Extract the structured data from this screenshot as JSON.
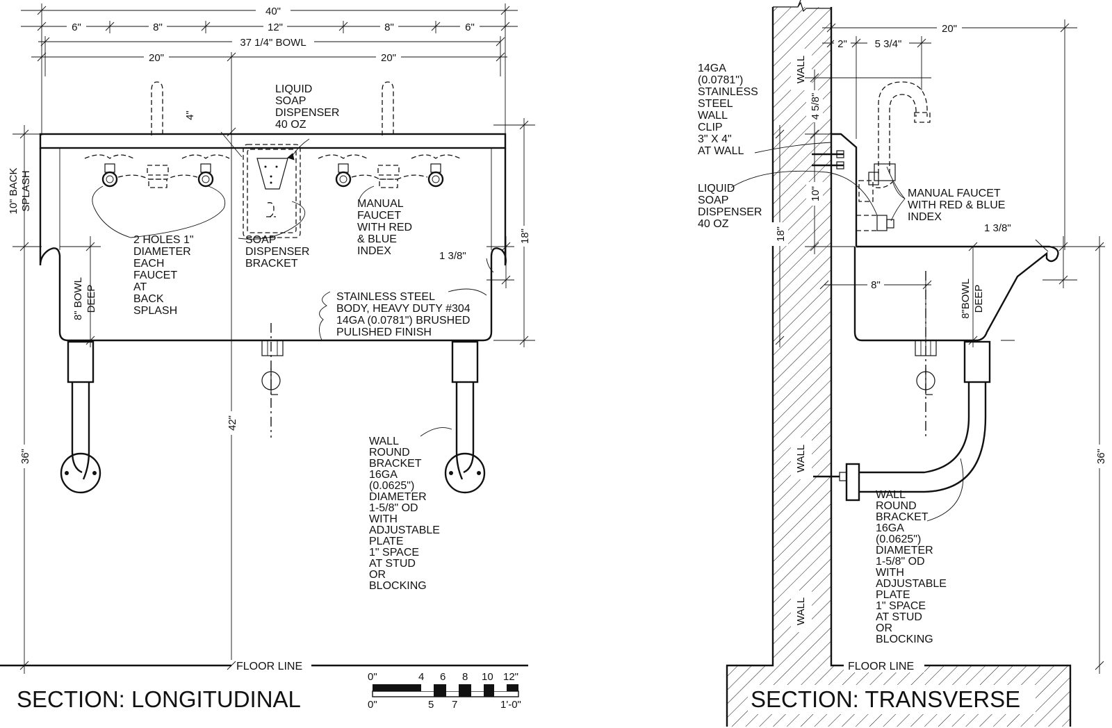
{
  "longitudinal": {
    "title": "SECTION: LONGITUDINAL",
    "dims": {
      "overall": "40\"",
      "seg_6_left": "6\"",
      "seg_8_left": "8\"",
      "seg_12": "12\"",
      "seg_8_right": "8\"",
      "seg_6_right": "6\"",
      "bowl": "37 1/4\" BOWL",
      "half_left": "20\"",
      "half_right": "20\"",
      "four": "4\"",
      "back_splash": [
        "10\" BACK",
        "SPLASH"
      ],
      "bowl_deep": [
        "8\" BOWL",
        "DEEP"
      ],
      "eighteen": "18\"",
      "rim": "1 3/8\"",
      "thirty_six": "36\"",
      "forty_two": "42\""
    },
    "notes": {
      "soap": [
        "LIQUID",
        "SOAP",
        "DISPENSER",
        "40 OZ"
      ],
      "holes": [
        "2 HOLES 1\"",
        "DIAMETER",
        "EACH",
        "FAUCET",
        "AT",
        "BACK",
        "SPLASH"
      ],
      "bracket": [
        "SOAP",
        "DISPENSER",
        "BRACKET"
      ],
      "faucet": [
        "MANUAL",
        "FAUCET",
        "WITH RED",
        "& BLUE",
        "INDEX"
      ],
      "body": [
        "STAINLESS STEEL",
        "BODY, HEAVY DUTY #304",
        "14GA (0.0781\") BRUSHED",
        "PULISHED FINISH"
      ],
      "wall_bracket": [
        "WALL",
        "ROUND",
        "BRACKET",
        "16GA",
        "(0.0625\")",
        "DIAMETER",
        "1-5/8\" OD",
        "WITH",
        "ADJUSTABLE",
        "PLATE",
        "1\" SPACE",
        "AT STUD",
        "OR",
        "BLOCKING"
      ],
      "floor": "FLOOR LINE"
    },
    "scale": {
      "top": [
        "0\"",
        "4",
        "6",
        "8",
        "10",
        "12\""
      ],
      "bottom": [
        "0\"",
        "5",
        "7",
        "1'-0\""
      ]
    }
  },
  "transverse": {
    "title": "SECTION: TRANSVERSE",
    "dims": {
      "twenty": "20\"",
      "two": "2\"",
      "five_three_quarter": "5 3/4\"",
      "four_five_eighth": "4 5/8\"",
      "ten": "10\"",
      "eighteen": "18\"",
      "rim": "1 3/8\"",
      "eight": "8\"",
      "bowl_deep": [
        "8\"BOWL",
        "DEEP"
      ],
      "thirty_six": "36\""
    },
    "notes": {
      "clip": [
        "14GA",
        "(0.0781\")",
        "STAINLESS",
        "STEEL",
        "WALL",
        "CLIP",
        "3\" X 4\"",
        "AT WALL"
      ],
      "soap": [
        "LIQUID",
        "SOAP",
        "DISPENSER",
        "40 OZ"
      ],
      "faucet": [
        "MANUAL FAUCET",
        "WITH RED & BLUE",
        "INDEX"
      ],
      "wall_labels": [
        "WALL",
        "WALL",
        "WALL"
      ],
      "wall_bracket": [
        "WALL",
        "ROUND",
        "BRACKET",
        "16GA",
        "(0.0625\")",
        "DIAMETER",
        "1-5/8\" OD",
        "WITH",
        "ADJUSTABLE",
        "PLATE",
        "1\" SPACE",
        "AT STUD",
        "OR",
        "BLOCKING"
      ],
      "floor": "FLOOR LINE"
    }
  }
}
